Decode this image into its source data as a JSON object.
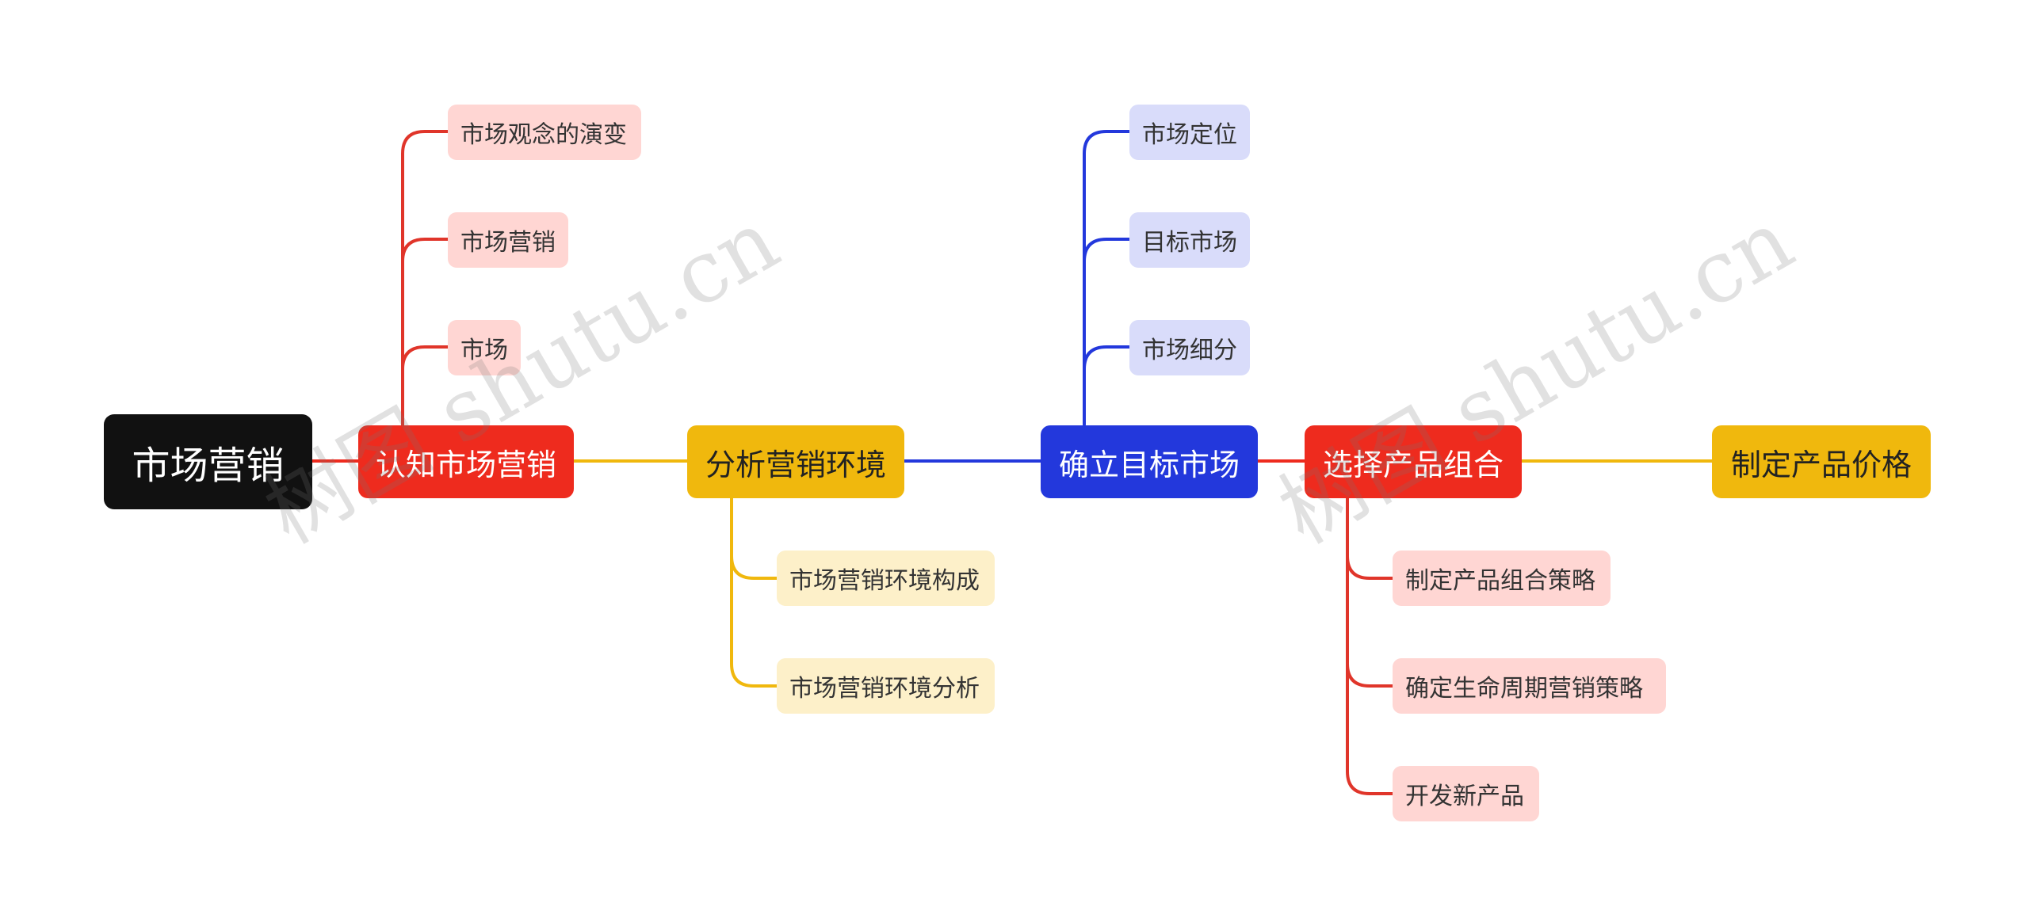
{
  "colors": {
    "red": "#EE2B1E",
    "red_light": "#FFD6D3",
    "yellow": "#F0B80D",
    "yellow_light": "#FDF0C9",
    "blue": "#2338DC",
    "blue_light": "#D9DCFA",
    "root_bg": "#111111"
  },
  "root": {
    "label": "市场营销"
  },
  "branches": [
    {
      "label": "认知市场营销",
      "color": "red",
      "children": [
        "市场观念的演变",
        "市场营销",
        "市场"
      ]
    },
    {
      "label": "分析营销环境",
      "color": "yellow",
      "children": [
        "市场营销环境构成",
        "市场营销环境分析"
      ]
    },
    {
      "label": "确立目标市场",
      "color": "blue",
      "children": [
        "市场定位",
        "目标市场",
        "市场细分"
      ]
    },
    {
      "label": "选择产品组合",
      "color": "red",
      "children": [
        "制定产品组合策略",
        "确定生命周期营销策略",
        "开发新产品"
      ]
    },
    {
      "label": "制定产品价格",
      "color": "yellow",
      "children": []
    }
  ],
  "watermark": "树图 shutu.cn"
}
